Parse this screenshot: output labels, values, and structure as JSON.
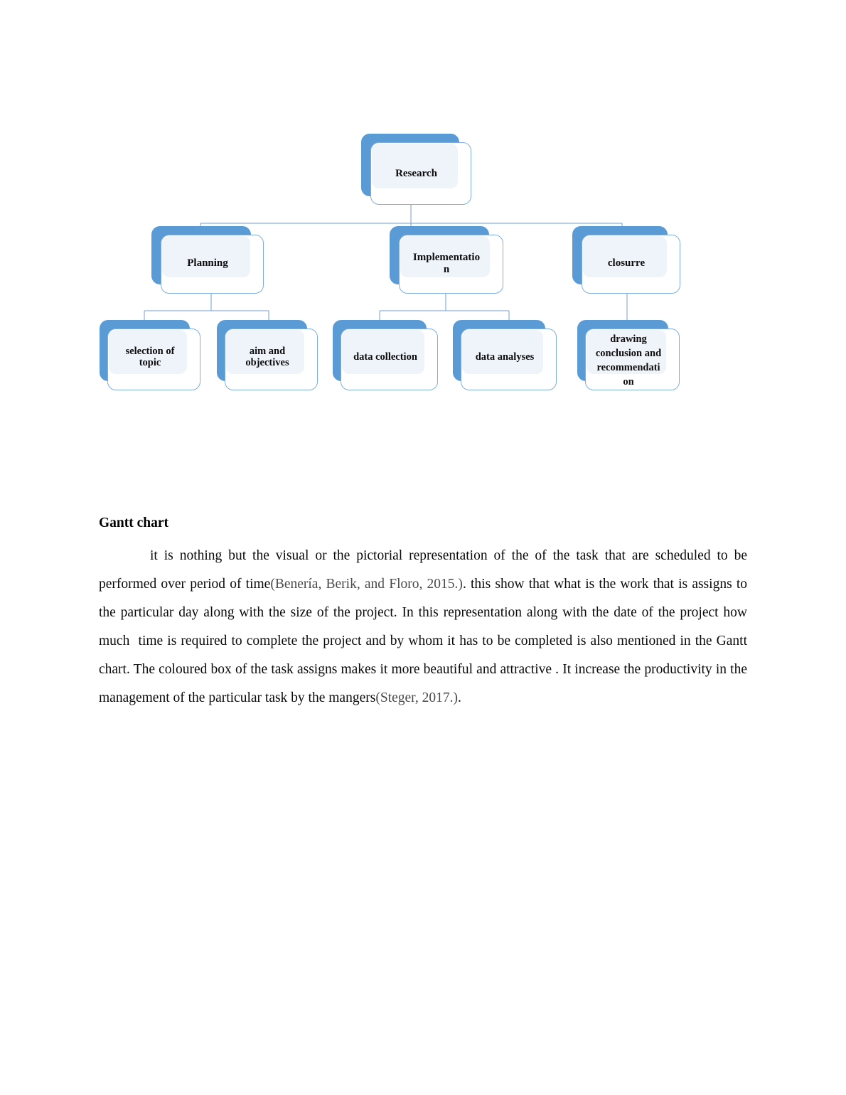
{
  "document": {
    "section_heading": "Gantt chart",
    "paragraph": {
      "part1": "it is nothing but the visual or the pictorial representation of the of the task that are scheduled to be performed over period of time",
      "citation1": "(Benería, Berik, and Floro, 2015.)",
      "part2": ". this show that what is the work that is assigns to the particular day along with the size of the project. In this representation along with the date of the project how  much  time is required to complete the project and by whom it has to be completed is also mentioned in the Gantt chart. The coloured box of the task assigns makes it more beautiful and attractive . It increase the productivity in the management of the particular task by the mangers",
      "citation2": "(Steger, 2017.)",
      "part3": "."
    }
  },
  "chart_data": {
    "type": "diagram",
    "subtype": "hierarchy-org-chart",
    "title": "",
    "colors": {
      "shadow_blue": "#5B9BD5",
      "card_fill": "#EFF4FB",
      "card_border": "#7FAEDC",
      "connector": "#6F9FD0",
      "text": "#0d0d0d"
    },
    "levels": 3,
    "nodes": [
      {
        "id": "research",
        "label": "Research",
        "level": 1,
        "parent": null
      },
      {
        "id": "planning",
        "label": "Planning",
        "level": 2,
        "parent": "research"
      },
      {
        "id": "implementation",
        "label": "Implementatio\nn",
        "level": 2,
        "parent": "research"
      },
      {
        "id": "closurre",
        "label": "closurre",
        "level": 2,
        "parent": "research"
      },
      {
        "id": "selection-of-topic",
        "label": "selection of\ntopic",
        "level": 3,
        "parent": "planning"
      },
      {
        "id": "aim-and-objectives",
        "label": "aim and\nobjectives",
        "level": 3,
        "parent": "planning"
      },
      {
        "id": "data-collection",
        "label": "data collection",
        "level": 3,
        "parent": "implementation"
      },
      {
        "id": "data-analyses",
        "label": "data analyses",
        "level": 3,
        "parent": "implementation"
      },
      {
        "id": "drawing-conclusion",
        "label": "drawing\nconclusion and\nrecommendati\non",
        "level": 3,
        "parent": "closurre"
      }
    ],
    "edges": [
      {
        "from": "research",
        "to": "planning"
      },
      {
        "from": "research",
        "to": "implementation"
      },
      {
        "from": "research",
        "to": "closurre"
      },
      {
        "from": "planning",
        "to": "selection-of-topic"
      },
      {
        "from": "planning",
        "to": "aim-and-objectives"
      },
      {
        "from": "implementation",
        "to": "data-collection"
      },
      {
        "from": "implementation",
        "to": "data-analyses"
      },
      {
        "from": "closurre",
        "to": "drawing-conclusion"
      }
    ]
  }
}
